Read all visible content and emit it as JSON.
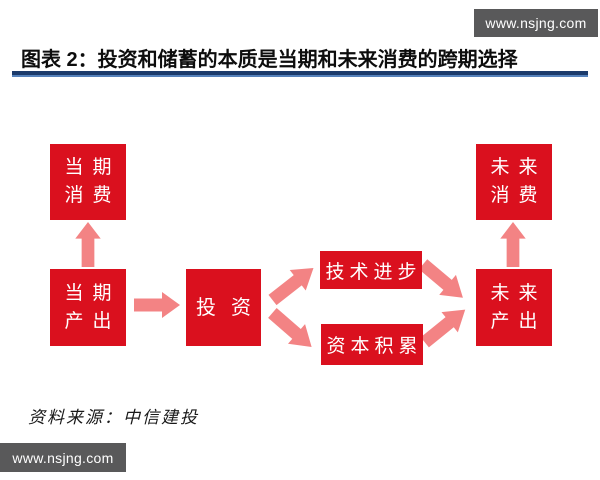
{
  "watermarks": {
    "top": "www.nsjng.com",
    "bottom": "www.nsjng.com"
  },
  "header": {
    "title": "图表 2：投资和储蓄的本质是当期和未来消费的跨期选择"
  },
  "colors": {
    "box_red": "#da101e",
    "arrow_pink": "#f38384",
    "rule_navy": "#1b3a6b",
    "rule_accent": "#5581bb",
    "badge_gray": "#59595a"
  },
  "diagram": {
    "nodes": {
      "current_consumption": {
        "lines": [
          "当期",
          "消费"
        ]
      },
      "current_output": {
        "lines": [
          "当期",
          "产出"
        ]
      },
      "investment": {
        "lines": [
          "投资"
        ]
      },
      "tech_progress": {
        "lines": [
          "技术进步"
        ]
      },
      "capital_accumulation": {
        "lines": [
          "资本积累"
        ]
      },
      "future_output": {
        "lines": [
          "未来",
          "产出"
        ]
      },
      "future_consumption": {
        "lines": [
          "未来",
          "消费"
        ]
      }
    },
    "edges": [
      {
        "from": "当期产出",
        "to": "当期消费"
      },
      {
        "from": "当期产出",
        "to": "投资"
      },
      {
        "from": "投资",
        "to": "技术进步"
      },
      {
        "from": "投资",
        "to": "资本积累"
      },
      {
        "from": "技术进步",
        "to": "未来产出"
      },
      {
        "from": "资本积累",
        "to": "未来产出"
      },
      {
        "from": "未来产出",
        "to": "未来消费"
      }
    ]
  },
  "source": {
    "label": "资料来源：中信建投"
  }
}
